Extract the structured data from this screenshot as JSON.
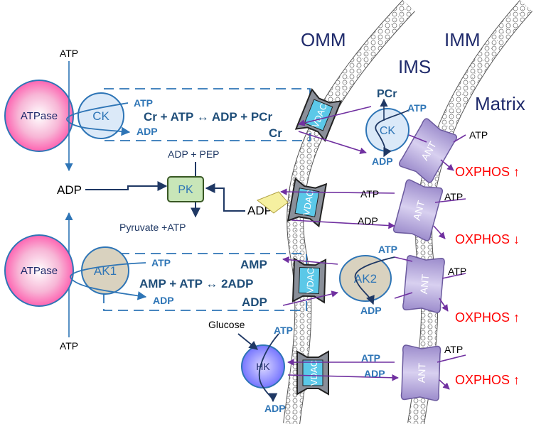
{
  "compartments": {
    "omm": "OMM",
    "ims": "IMS",
    "imm": "IMM",
    "matrix": "Matrix"
  },
  "atpase_top": {
    "label": "ATPase",
    "atp_in": "ATP",
    "adp_out": "ADP"
  },
  "atpase_bottom": {
    "label": "ATPase",
    "atp_in": "ATP"
  },
  "ck_cytosol": {
    "label": "CK",
    "atp": "ATP",
    "adp": "ADP",
    "reaction": "Cr + ATP ↔ ADP + PCr",
    "cr": "Cr"
  },
  "pk": {
    "label": "PK",
    "substrates": "ADP + PEP",
    "products": "Pyruvate +ATP",
    "adp_in": "ADP"
  },
  "ak1": {
    "label": "AK1",
    "atp": "ATP",
    "adp": "ADP",
    "reaction": "AMP + ATP ↔ 2ADP",
    "amp": "AMP",
    "adp_out": "ADP"
  },
  "hk": {
    "label": "HK",
    "glucose": "Glucose",
    "atp": "ATP",
    "adp": "ADP"
  },
  "vdac": {
    "label": "VDAC"
  },
  "mito_ck": {
    "label": "CK",
    "pcr": "PCr",
    "atp": "ATP",
    "adp": "ADP"
  },
  "ak2": {
    "label": "AK2",
    "atp": "ATP",
    "adp": "ADP"
  },
  "ant": {
    "label": "ANT"
  },
  "rows": [
    {
      "ims_left": "",
      "ims_right": "",
      "matrix_atp": "ATP",
      "oxphos": "OXPHOS ↑"
    },
    {
      "ims_atp": "ATP",
      "ims_adp": "ADP",
      "matrix_atp": "ATP",
      "oxphos": "OXPHOS ↓"
    },
    {
      "ims_atp": "",
      "ims_adp": "",
      "matrix_atp": "ATP",
      "oxphos": "OXPHOS ↑"
    },
    {
      "ims_atp": "ATP",
      "ims_adp": "ADP",
      "matrix_atp": "ATP",
      "oxphos": "OXPHOS ↑"
    }
  ],
  "colors": {
    "dark_blue": "#1f4e79",
    "navy": "#1f2a6b",
    "blue_line": "#2e75b6",
    "purple": "#7030a0",
    "red": "#ff0000",
    "pink": "#ff66b3",
    "vdac_fill": "#5bc8e8",
    "ant_fill": "#b4a7d6"
  }
}
